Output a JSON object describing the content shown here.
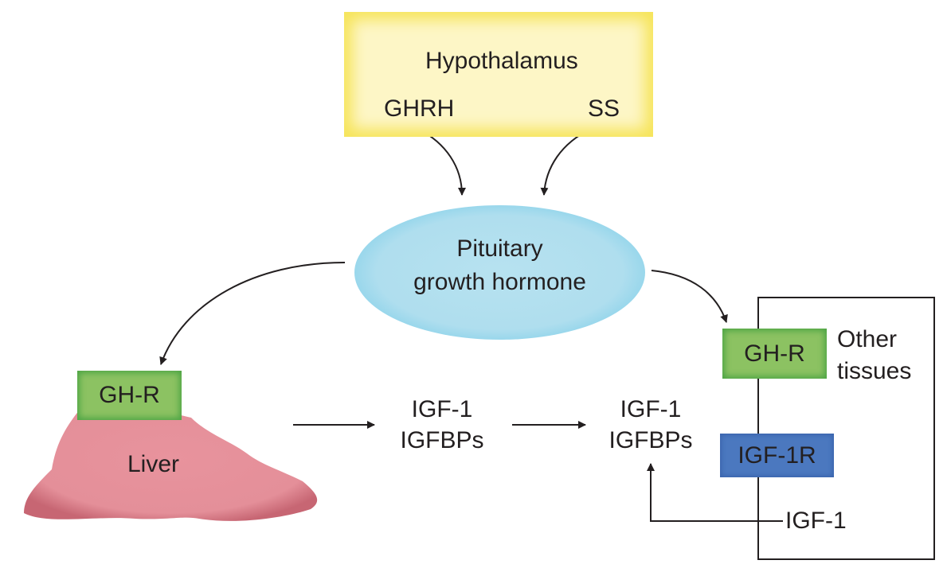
{
  "diagram": {
    "title": "Growth hormone / IGF-1 axis",
    "hypothalamus": {
      "label": "Hypothalamus",
      "left_output": "GHRH",
      "right_output": "SS"
    },
    "pituitary": {
      "line1": "Pituitary",
      "line2": "growth hormone"
    },
    "liver": {
      "label": "Liver",
      "receptor": "GH-R"
    },
    "circulation_1": {
      "line1": "IGF-1",
      "line2": "IGFBPs"
    },
    "circulation_2": {
      "line1": "IGF-1",
      "line2": "IGFBPs"
    },
    "other_tissues": {
      "label_line1": "Other",
      "label_line2": "tissues",
      "gh_receptor": "GH-R",
      "igf_receptor": "IGF-1R",
      "local_product": "IGF-1"
    },
    "colors": {
      "hypothalamus": "#fdf6c6",
      "pituitary": "#afdeee",
      "receptor_green": "#8cc262",
      "receptor_blue": "#4b78bf",
      "liver": "#e48f99"
    }
  }
}
